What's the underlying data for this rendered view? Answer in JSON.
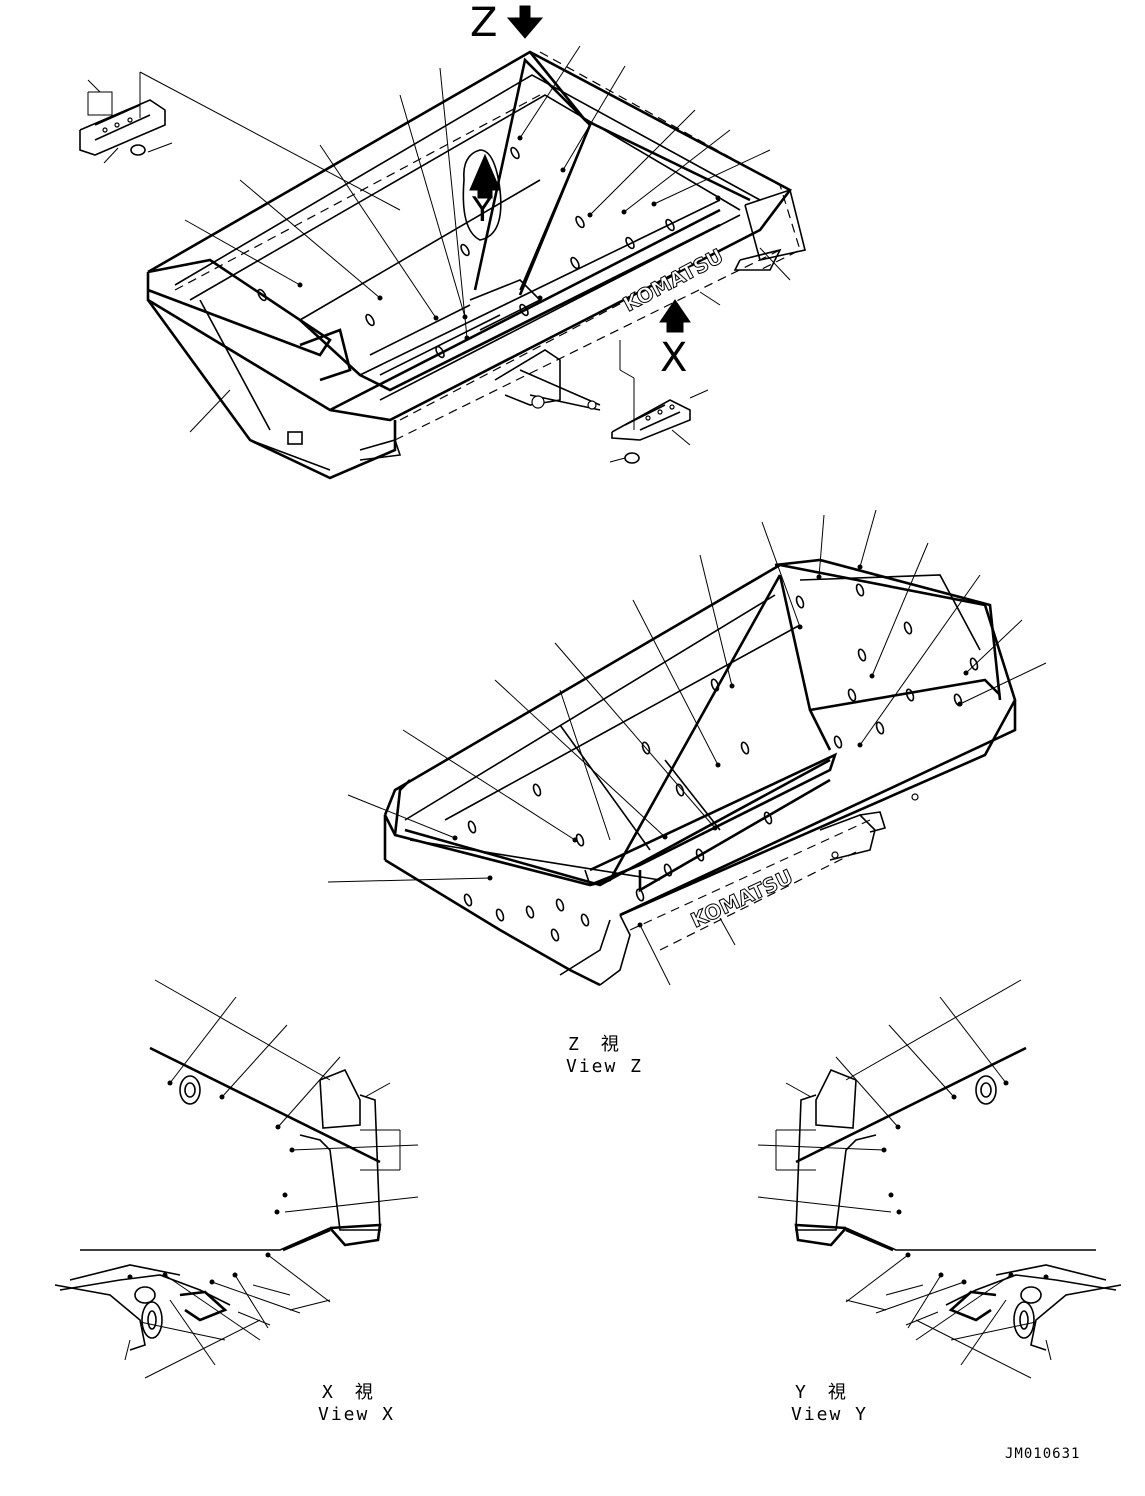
{
  "labels": {
    "marker_z": "Z",
    "marker_y": "Y",
    "marker_x": "X",
    "view_z_jp": "Z　視",
    "view_z_en": "View Z",
    "view_x_jp": "X　視",
    "view_x_en": "View X",
    "view_y_jp": "Y　視",
    "view_y_en": "View Y",
    "drawing_number": "JM010631",
    "brand_top": "KOMATSU",
    "brand_mid": "KOMATSU"
  }
}
